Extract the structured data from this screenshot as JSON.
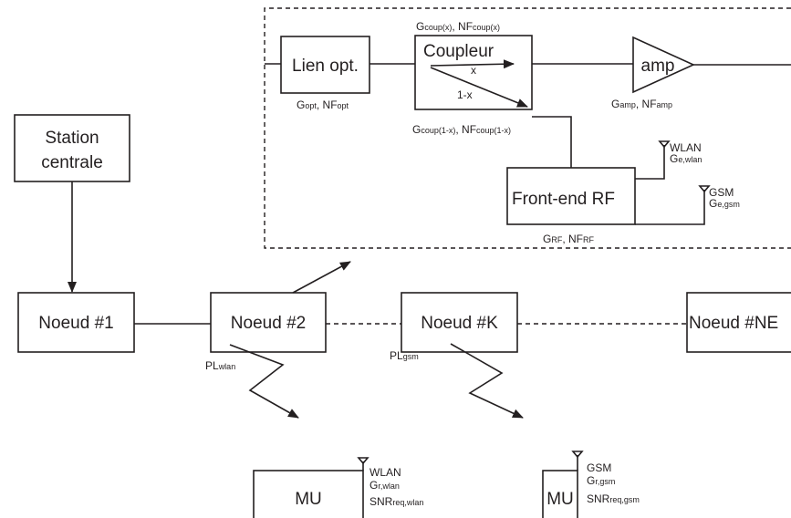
{
  "blocks": {
    "station": [
      "Station",
      "centrale"
    ],
    "lien": "Lien opt.",
    "coupleur": "Coupleur",
    "amp": "amp",
    "frontend": "Front-end RF",
    "nodes": [
      "Noeud #1",
      "Noeud #2",
      "Noeud #K",
      "Noeud #NE"
    ],
    "mu": [
      "MU",
      "MU"
    ]
  },
  "coupler_paths": {
    "x": "x",
    "one_minus_x": "1-x"
  },
  "gains": {
    "coup_x": {
      "g": "G",
      "g_sub": "coup(x)",
      "sep": ", ",
      "nf": "NF",
      "nf_sub": "coup(x)"
    },
    "opt": {
      "g": "G",
      "g_sub": "opt",
      "sep": ", ",
      "nf": "NF",
      "nf_sub": "opt"
    },
    "coup_1x": {
      "g": "G",
      "g_sub": "coup(1-x)",
      "sep": ", ",
      "nf": "NF",
      "nf_sub": "coup(1-x)"
    },
    "amp": {
      "g": "G",
      "g_sub": "amp",
      "sep": ", ",
      "nf": "NF",
      "nf_sub": "amp"
    },
    "rf": {
      "g": "G",
      "g_sub": "RF",
      "sep": ", ",
      "nf": "NF",
      "nf_sub": "RF"
    }
  },
  "antennas_node": {
    "wlan": {
      "name": "WLAN",
      "g": "G",
      "g_sub": "e,wlan"
    },
    "gsm": {
      "name": "GSM",
      "g": "G",
      "g_sub": "e,gsm"
    }
  },
  "pathloss": {
    "wlan": {
      "pl": "PL",
      "sub": "wlan"
    },
    "gsm": {
      "pl": "PL",
      "sub": "gsm"
    }
  },
  "mu_antennas": {
    "wlan": {
      "name": "WLAN",
      "g": "G",
      "g_sub": "r,wlan",
      "snr": "SNR",
      "snr_sub": "req,wlan"
    },
    "gsm": {
      "name": "GSM",
      "g": "G",
      "g_sub": "r,gsm",
      "snr": "SNR",
      "snr_sub": "req,gsm"
    }
  }
}
